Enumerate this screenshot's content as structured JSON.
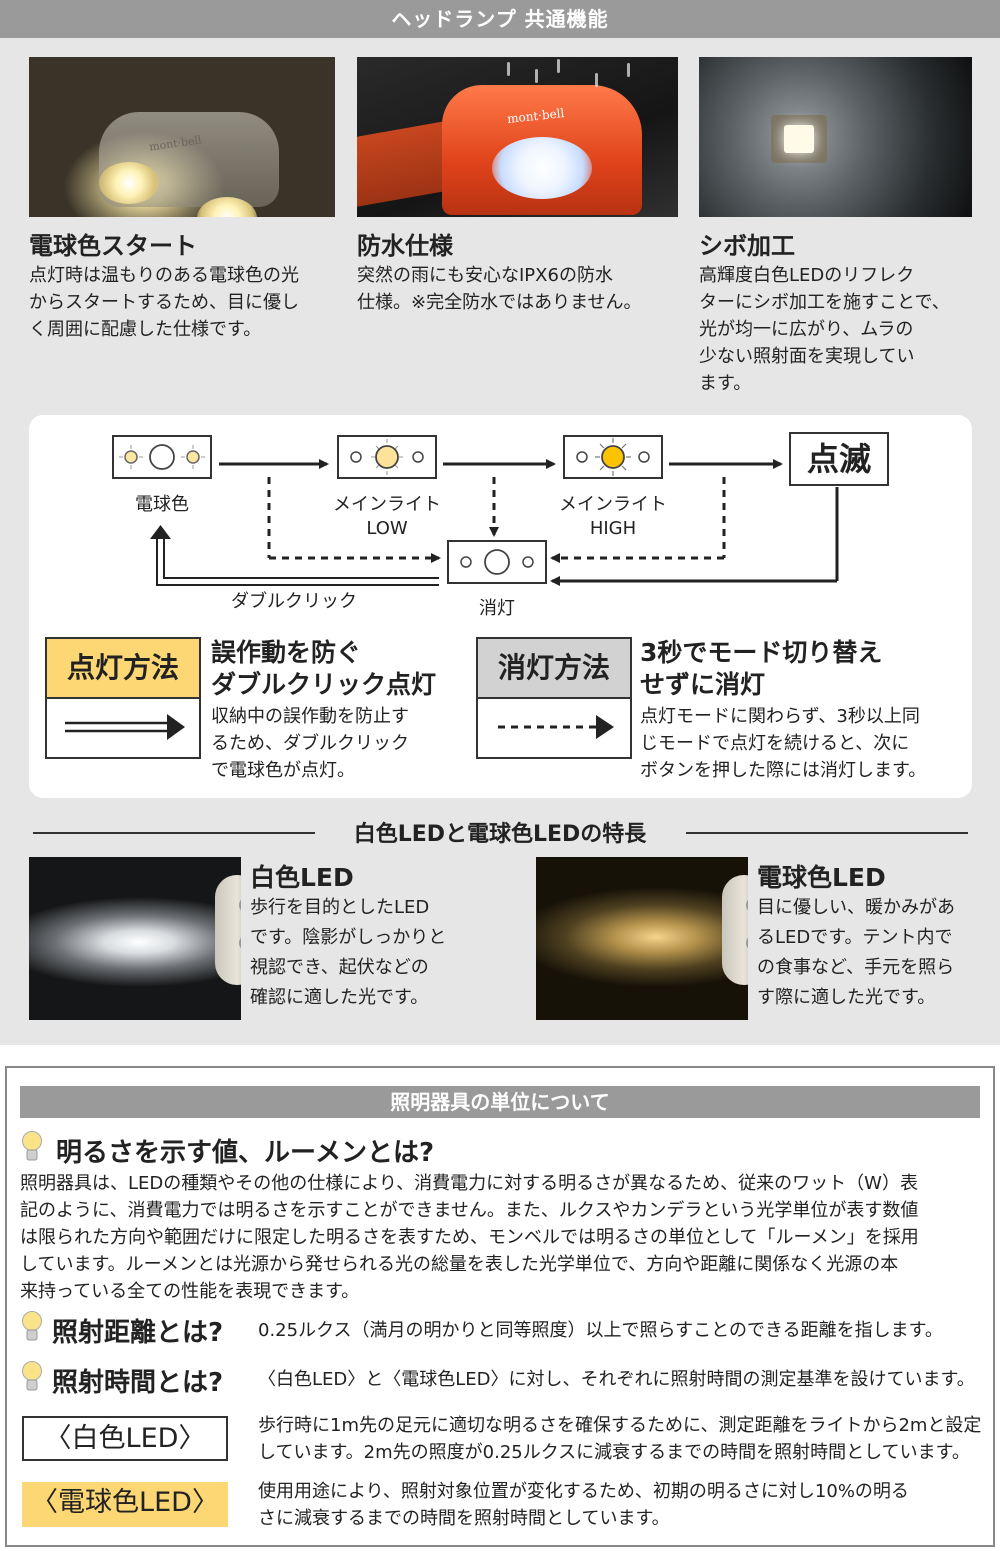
{
  "header": {
    "title": "ヘッドランプ 共通機能"
  },
  "features": [
    {
      "title": "電球色スタート",
      "lines": [
        "点灯時は温もりのある電球色の光",
        "からスタートするため、目に優し",
        "く周囲に配慮した仕様です。"
      ]
    },
    {
      "title": "防水仕様",
      "lines": [
        "突然の雨にも安心なIPX6の防水",
        "仕様。※完全防水ではありません。"
      ]
    },
    {
      "title": "シボ加工",
      "lines": [
        "高輝度白色LEDのリフレク",
        "ターにシボ加工を施すことで、",
        "光が均一に広がり、ムラの",
        "少ない照射面を実現してい",
        "ます。"
      ]
    }
  ],
  "photos": {
    "brand1": "mont·bell",
    "brand2": "mont·bell"
  },
  "diagram": {
    "mode_warm": "電球色",
    "mode_low_1": "メインライト",
    "mode_low_2": "LOW",
    "mode_high_1": "メインライト",
    "mode_high_2": "HIGH",
    "mode_blink": "点滅",
    "mode_off": "消灯",
    "double_click": "ダブルクリック",
    "colors": {
      "warm_light": "#fbe7a2",
      "main_low": "#fde29a",
      "main_high": "#fbc300",
      "method_on_head": "#fcd774",
      "method_off_head": "#d2d2d2"
    }
  },
  "methods": {
    "on": {
      "head": "点灯方法",
      "title_1": "誤作動を防ぐ",
      "title_2": "ダブルクリック点灯",
      "lines": [
        "収納中の誤作動を防止す",
        "るため、ダブルクリック",
        "で電球色が点灯。"
      ]
    },
    "off": {
      "head": "消灯方法",
      "title_1": "3秒でモード切り替え",
      "title_2": "せずに消灯",
      "lines": [
        "点灯モードに関わらず、3秒以上同",
        "じモードで点灯を続けると、次に",
        "ボタンを押した際には消灯します。"
      ]
    }
  },
  "led_section": {
    "title": "白色LEDと電球色LEDの特長",
    "white": {
      "title": "白色LED",
      "lines": [
        "歩行を目的としたLED",
        "です。陰影がしっかりと",
        "視認でき、起伏などの",
        "確認に適した光です。"
      ]
    },
    "warm": {
      "title": "電球色LED",
      "lines": [
        "目に優しい、暖かみがあ",
        "るLEDです。テント内で",
        "の食事など、手元を照ら",
        "す際に適した光です。"
      ]
    }
  },
  "units": {
    "title": "照明器具の単位について",
    "lumen_q": "明るさを示す値、ルーメンとは?",
    "lumen_lines": [
      "照明器具は、LEDの種類やその他の仕様により、消費電力に対する明るさが異なるため、従来のワット（W）表",
      "記のように、消費電力では明るさを示すことができません。また、ルクスやカンデラという光学単位が表す数値",
      "は限られた方向や範囲だけに限定した明るさを表すため、モンベルでは明るさの単位として「ルーメン」を採用",
      "しています。ルーメンとは光源から発せられる光の総量を表した光学単位で、方向や距離に関係なく光源の本",
      "来持っている全ての性能を表現できます。"
    ],
    "distance_q": "照射距離とは?",
    "distance_text": "0.25ルクス（満月の明かりと同等照度）以上で照らすことのできる距離を指します。",
    "time_q": "照射時間とは?",
    "time_text": "〈白色LED〉と〈電球色LED〉に対し、それぞれに照射時間の測定基準を設けています。",
    "white_tag": "〈白色LED〉",
    "white_lines": [
      "歩行時に1m先の足元に適切な明るさを確保するために、測定距離をライトから2mと設定",
      "しています。2m先の照度が0.25ルクスに減衰するまでの時間を照射時間としています。"
    ],
    "warm_tag": "〈電球色LED〉",
    "warm_lines": [
      "使用用途により、照射対象位置が変化するため、初期の明るさに対し10%の明る",
      "さに減衰するまでの時間を照射時間としています。"
    ],
    "colors": {
      "bulb": "#fbe38a",
      "warm_tag_bg": "#fcd774"
    }
  }
}
